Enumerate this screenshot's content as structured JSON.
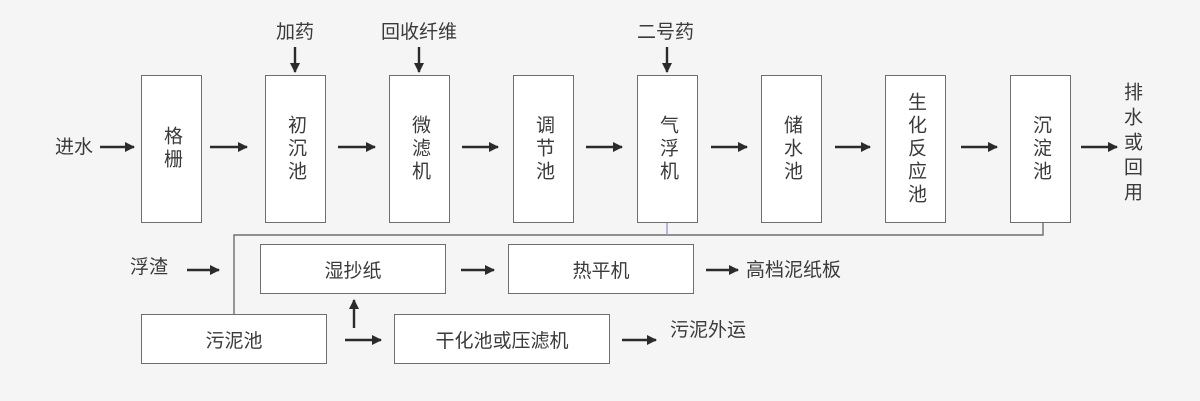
{
  "inputs": {
    "water_in": "进水",
    "dosing_1": "加药",
    "fiber_recovery": "回收纤维",
    "dosing_2": "二号药",
    "scum": "浮渣"
  },
  "process_units": [
    "格栅",
    "初沉池",
    "微滤机",
    "调节池",
    "气浮机",
    "储水池",
    "生化反应池",
    "沉淀池"
  ],
  "outlet": "排水或回用",
  "sludge_line": {
    "wet_paper": "湿抄纸",
    "hot_press": "热平机",
    "product": "高档泥纸板",
    "sludge_tank": "污泥池",
    "dewatering": "干化池或压滤机",
    "disposal": "污泥外运"
  },
  "colors": {
    "line": "#2b2b2b",
    "box_border": "#6e6e6e",
    "box_fill": "#ffffff",
    "background": "#f5f5f6"
  }
}
